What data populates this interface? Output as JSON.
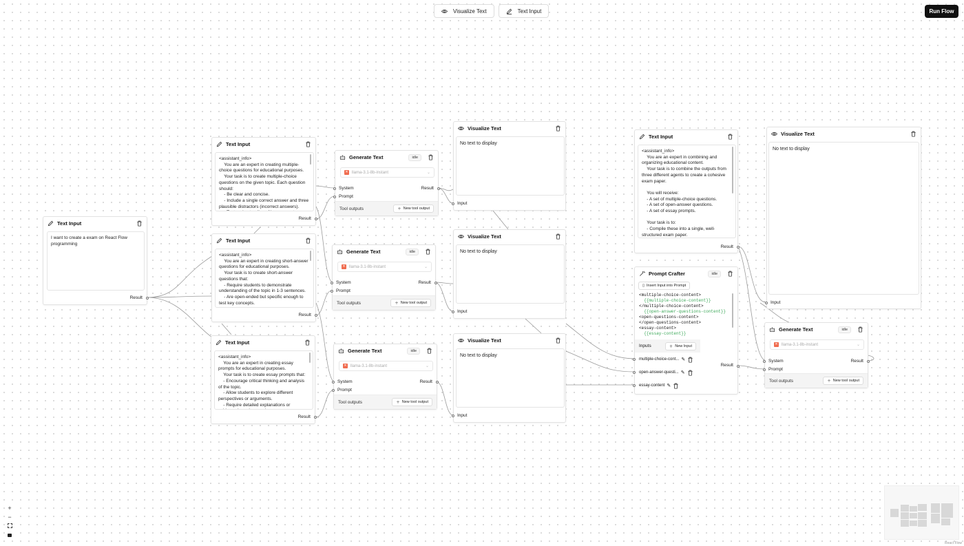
{
  "toolbar": {
    "visualize_label": "Visualize Text",
    "text_input_label": "Text Input",
    "run_label": "Run Flow"
  },
  "icons": {
    "eye": "eye-icon",
    "pencil": "pencil-icon",
    "trash": "trash-icon",
    "bot": "bot-icon",
    "wand": "wand-icon",
    "plus": "plus-icon",
    "edit": "edit-icon",
    "book": "book-open-icon"
  },
  "colors": {
    "run_button_bg": "#111111",
    "model_logo": "#f06c4f",
    "variable_text": "#3aa757"
  },
  "common": {
    "text_input_title": "Text Input",
    "generate_title": "Generate Text",
    "visualize_title": "Visualize Text",
    "result": "Result",
    "input": "Input",
    "system": "System",
    "prompt": "Prompt",
    "tool_outputs": "Tool outputs",
    "new_tool_output": "New tool output",
    "status_idle": "idle",
    "model": "llama-3.1-8b-instant",
    "no_text": "No text to display"
  },
  "user_input": {
    "text": "I want to create a exam on React Flow programming"
  },
  "mc_input": {
    "text": "<assistant_info>\n    You are an expert in creating multiple-choice questions for educational purposes.\n    Your task is to create multiple-choice questions on the given topic. Each question should:\n    - Be clear and concise.\n    - Include a single correct answer and three plausible distractors (incorrect answers).\n    - Test understanding of key concepts."
  },
  "sa_input": {
    "text": "<assistant_info>\n    You are an expert in creating short-answer questions for educational purposes.\n    Your task is to create short-answer questions that:\n    - Require students to demonstrate understanding of the topic in 1-3 sentences.\n    - Are open-ended but specific enough to test key concepts."
  },
  "essay_input": {
    "text": "<assistant_info>\n    You are an expert in creating essay prompts for educational purposes.\n    Your task is to create essay prompts that:\n    - Encourage critical thinking and analysis of the topic.\n    - Allow students to explore different perspectives or arguments.\n    - Require detailed explanations or evidence-based reasoning."
  },
  "combine_input": {
    "text": "<assistant_info>\n    You are an expert in combining and organizing educational content.\n    Your task is to combine the outputs from three different agents to create a cohesive exam paper.\n\n    You will receive:\n    - A set of multiple-choice questions.\n    - A set of open-answer questions.\n    - A set of essay prompts.\n\n    Your task is to:\n    - Compile these into a single, well-structured exam paper."
  },
  "crafter": {
    "title": "Prompt Crafter",
    "insert_label": "Insert Input into Prompt",
    "lines": [
      {
        "text": "<multiple-choice-content>",
        "var": false
      },
      {
        "text": "  {{multiple-choice-content}}",
        "var": true
      },
      {
        "text": "</multiple-choice-content>",
        "var": false
      },
      {
        "text": "  {{open-answer-questions-content}}",
        "var": true
      },
      {
        "text": "<open-questions-content>",
        "var": false
      },
      {
        "text": "</open-questions-content>",
        "var": false
      },
      {
        "text": "<essay-content>",
        "var": false
      },
      {
        "text": "  {{essay-content}}",
        "var": true
      }
    ],
    "inputs_label": "Inputs",
    "new_input_label": "New Input",
    "inputs": [
      "multiple-choice-cont...",
      "open-answer-questi...",
      "essay-content"
    ]
  },
  "minimap": {
    "attribution": "React Flow"
  }
}
